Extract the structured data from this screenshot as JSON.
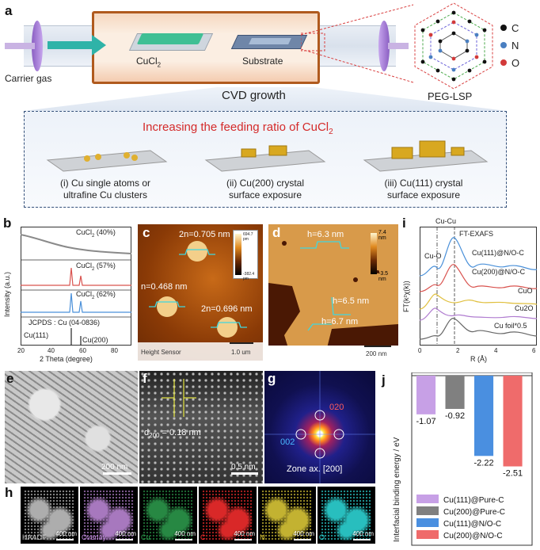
{
  "panel_a": {
    "label": "a",
    "carrier_gas": "Carrier gas",
    "cucl2": "CuCl",
    "cucl2_sub": "2",
    "substrate": "Substrate",
    "cvd": "CVD growth",
    "peg_lsp": "PEG-LSP",
    "legend": [
      {
        "symbol": "C",
        "color": "#111111"
      },
      {
        "symbol": "N",
        "color": "#4a7fc1"
      },
      {
        "symbol": "O",
        "color": "#d23a3a"
      }
    ],
    "feeding_title": "Increasing the feeding ratio of CuCl",
    "feeding_sub": "2",
    "stages": [
      {
        "line1": "(i) Cu single atoms or",
        "line2": "ultrafine Cu clusters"
      },
      {
        "line1": "(ii) Cu(200) crystal",
        "line2": "surface exposure"
      },
      {
        "line1": "(iii) Cu(111) crystal",
        "line2": "surface exposure"
      }
    ]
  },
  "panel_b": {
    "label": "b",
    "ylabel": "Intensity (a.u.)",
    "xlabel": "2 Theta (degree)",
    "xticks": [
      "20",
      "40",
      "60",
      "80"
    ],
    "traces": [
      {
        "label": "CuCl",
        "sub": "2",
        "pct": " (40%)",
        "color": "#8a8a8a"
      },
      {
        "label": "CuCl",
        "sub": "2",
        "pct": " (57%)",
        "color": "#d9534f"
      },
      {
        "label": "CuCl",
        "sub": "2",
        "pct": " (62%)",
        "color": "#4a90d9"
      }
    ],
    "ref": "JCPDS : Cu (04-0836)",
    "peak1": "Cu(111)",
    "peak2": "Cu(200)"
  },
  "panel_c": {
    "label": "c",
    "h1": "2n=0.705 nm",
    "h2": "n=0.468 nm",
    "h3": "2n=0.696 nm",
    "cbar_top": "694.7 pm",
    "cbar_bot": "-382.4 pm",
    "sensor": "Height Sensor",
    "scale": "1.0 um"
  },
  "panel_d": {
    "label": "d",
    "h1": "h=6.3 nm",
    "h2": "h=6.5 nm",
    "h3": "h=6.7 nm",
    "cbar_top": "7.4 nm",
    "cbar_bot": "-3.5 nm",
    "scale": "200 nm"
  },
  "panel_i": {
    "label": "i",
    "title": "FT-EXAFS",
    "ylabel": "FT(k²χ(k))",
    "xlabel": "R (Å)",
    "xticks": [
      "0",
      "2",
      "4",
      "6"
    ],
    "cu_cu": "Cu-Cu",
    "cu_o": "Cu-O",
    "traces": [
      {
        "label": "Cu(111)@N/O-C",
        "color": "#4a90d9"
      },
      {
        "label": "Cu(200)@N/O-C",
        "color": "#d9534f"
      },
      {
        "label": "CuO",
        "color": "#e0c040"
      },
      {
        "label": "Cu2O",
        "color": "#b07cd0"
      },
      {
        "label": "Cu foil*0.5",
        "color": "#666666"
      }
    ]
  },
  "panel_e": {
    "label": "e",
    "scale": "200 nm"
  },
  "panel_f": {
    "label": "f",
    "d": "d",
    "d_sub": "200",
    "d_val": " = 0.18 nm",
    "scale": "0.5 nm"
  },
  "panel_g": {
    "label": "g",
    "spot1": "020",
    "spot2": "002",
    "zone": "Zone ax. [200]"
  },
  "panel_h": {
    "label": "h",
    "tiles": [
      {
        "name": "HAADF",
        "color": "#cccccc",
        "scale": "400 nm"
      },
      {
        "name": "Overlay",
        "color": "#c58ee0",
        "scale": "400 nm"
      },
      {
        "name": "Cu",
        "color": "#2ea04f",
        "scale": "400 nm"
      },
      {
        "name": "C",
        "color": "#ff3030",
        "scale": "400 nm"
      },
      {
        "name": "N",
        "color": "#e6d23a",
        "scale": "400 nm"
      },
      {
        "name": "O",
        "color": "#30e0e0",
        "scale": "400 nm"
      }
    ]
  },
  "panel_j": {
    "label": "j",
    "ylabel": "Interfacial binding energy / eV"
  },
  "chart_data": {
    "type": "bar",
    "categories": [
      "Cu(111)@Pure-C",
      "Cu(200)@Pure-C",
      "Cu(111)@N/O-C",
      "Cu(200)@N/O-C"
    ],
    "values": [
      -1.07,
      -0.92,
      -2.22,
      -2.51
    ],
    "value_labels": [
      "-1.07",
      "-0.92",
      "-2.22",
      "-2.51"
    ],
    "colors": [
      "#c7a0e6",
      "#808080",
      "#4a8fe0",
      "#ef6b6b"
    ],
    "ylabel": "Interfacial binding energy / eV",
    "ylim": [
      -3.2,
      0
    ]
  }
}
